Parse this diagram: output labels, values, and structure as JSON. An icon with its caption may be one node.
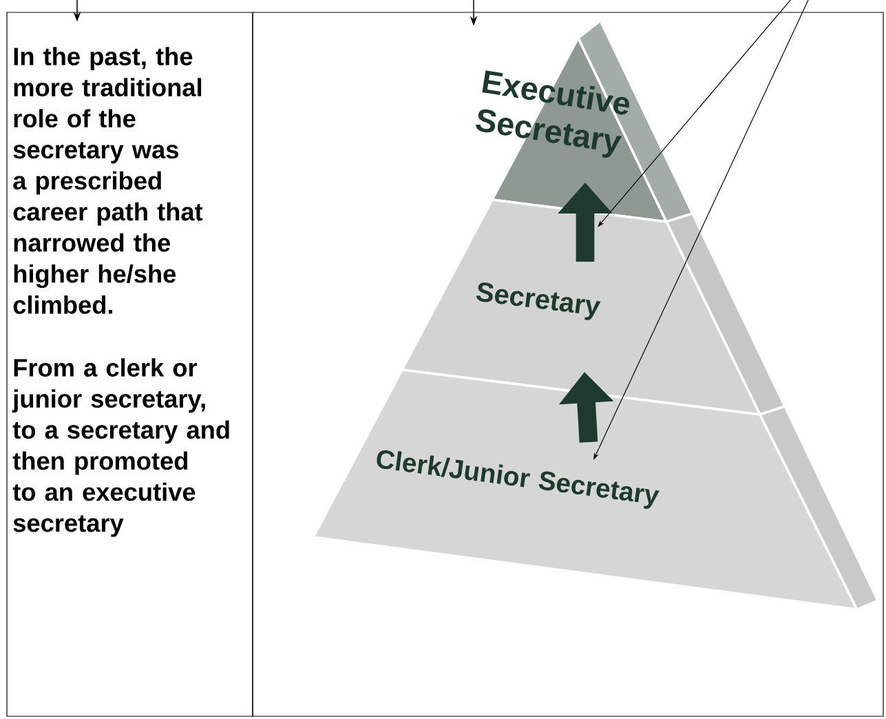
{
  "diagram": {
    "nodes": [
      {
        "text": [
          "In the past, the more traditional role of the secretary was a prescribed career path that narrowed the higher he/she climbed.",
          "From a clerk or junior secretary, to a secretary and then promoted to an executive secretary"
        ]
      },
      {
        "text": [],
        "shape": "box"
      },
      {
        "text": [
          "Executive Secretary"
        ],
        "in": 1
      },
      {
        "text": [
          "Secretary"
        ],
        "in": 1
      },
      {
        "text": [
          "Clerk/Junior Secretary"
        ],
        "in": 1
      }
    ],
    "edges": [
      {
        "from": null,
        "to": 0,
        "arrow": "to"
      },
      {
        "from": null,
        "to": 1,
        "arrow": "to"
      },
      {
        "from": null,
        "to": 3,
        "arrow": "to"
      },
      {
        "from": null,
        "to": 4,
        "arrow": "to"
      },
      {
        "from": 3,
        "to": 2,
        "arrow": "to",
        "style": "thick",
        "color": "#1e3a2c"
      },
      {
        "from": 4,
        "to": 3,
        "arrow": "to",
        "style": "thick",
        "color": "#1e3a2c"
      }
    ]
  }
}
